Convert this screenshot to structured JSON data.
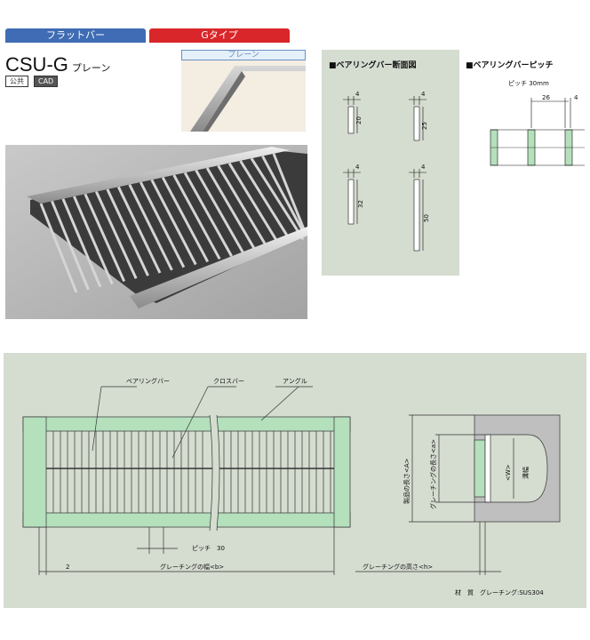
{
  "header": {
    "tab_flatbar": "フラットバー",
    "tab_gtype": "Gタイプ",
    "product": "CSU-G",
    "subtitle": "プレーン",
    "badge_public": "公共",
    "badge_cad": "CAD",
    "sample_label": "プレーン"
  },
  "section": {
    "title": "■ベアリングバー断面図",
    "bars": [
      {
        "t": "4",
        "h": "20"
      },
      {
        "t": "4",
        "h": "25"
      },
      {
        "t": "4",
        "h": "32"
      },
      {
        "t": "4",
        "h": "50"
      }
    ]
  },
  "pitch": {
    "title": "■ベアリングバーピッチ",
    "label": "ピッチ 30mm",
    "gap": "26",
    "t": "4"
  },
  "plan": {
    "label_bearing": "ベアリングバー",
    "label_cross": "クロスバー",
    "label_angle": "アングル",
    "pitch_label": "ピッチ　30",
    "dim_two": "2",
    "width_label": "グレーチングの幅<b>",
    "height_label": "グレーチングの高さ<h>",
    "length_label": "製品の長さ<A>",
    "grating_length_label": "グレーチングの長さ<a>",
    "w_label": "<W>",
    "groove_label": "溝幅",
    "material": "材　質　グレーチング:SUS304"
  },
  "colors": {
    "tab_blue": "#3f6cb4",
    "tab_red": "#d9262a",
    "panel_bg": "#d5dcd0",
    "angle_green": "#b4e0bb"
  }
}
